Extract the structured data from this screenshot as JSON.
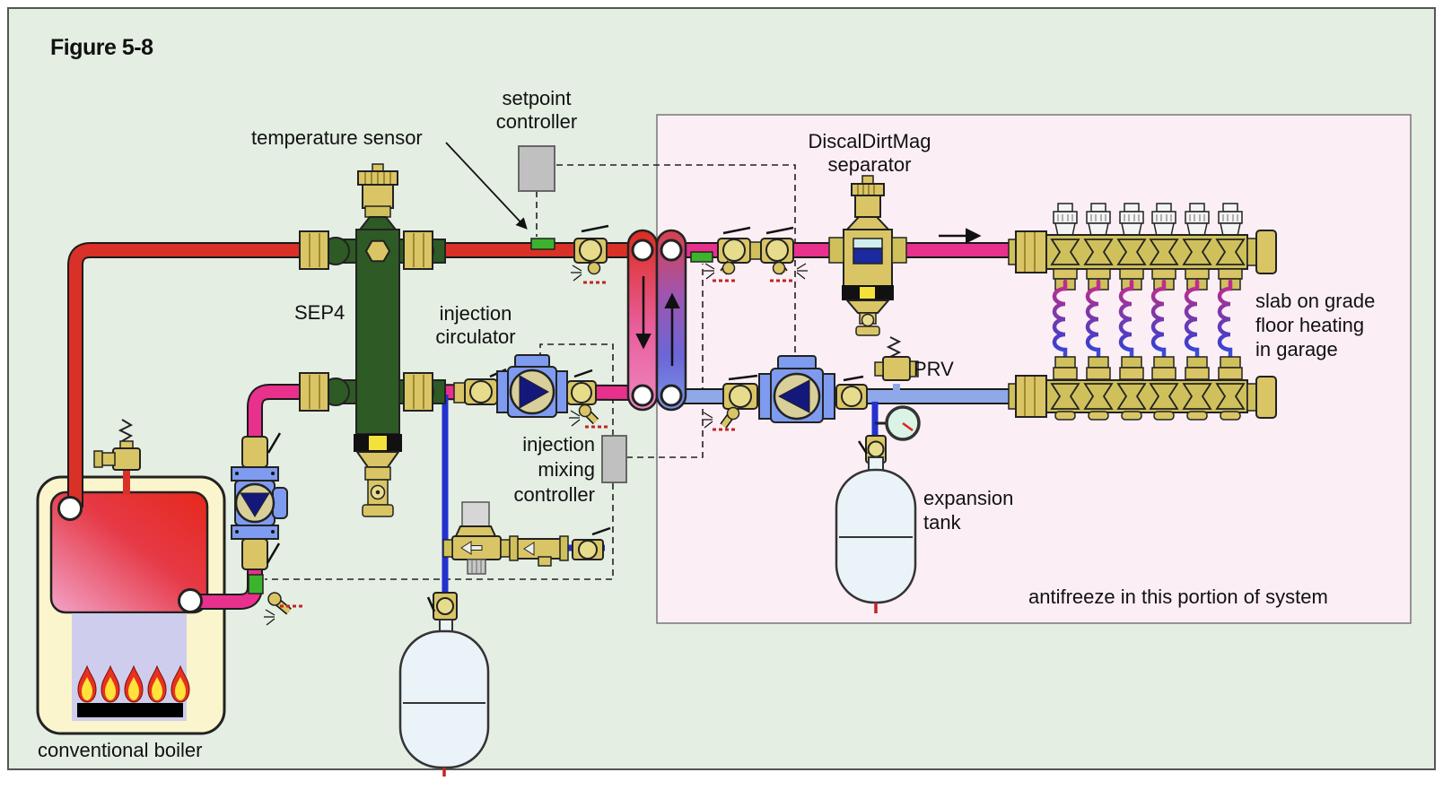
{
  "figure": {
    "title": "Figure 5-8"
  },
  "labels": {
    "temperature_sensor": "temperature sensor",
    "setpoint_controller": "setpoint\ncontroller",
    "sep4": "SEP4",
    "injection_circulator": "injection\ncirculator",
    "injection_mixing_controller": "injection\nmixing\ncontroller",
    "discaldirtmag": "DiscalDirtMag\nseparator",
    "prv": "PRV",
    "slab_heating": "slab on grade\nfloor heating\nin garage",
    "expansion_tank": "expansion\ntank",
    "antifreeze": "antifreeze in this portion of system",
    "conventional_boiler": "conventional boiler"
  },
  "colors": {
    "background": "#e4eee3",
    "antifreeze_zone": "#fceef5",
    "hot_supply_red": "#d93128",
    "return_magenta": "#e8308d",
    "secondary_return_blue": "#8fa8e8",
    "makeup_water_blue": "#2231cf",
    "sensor_green": "#3cb32d",
    "brass": "#d9c565",
    "sep4_green": "#2e5a25",
    "pump_blue": "#7e9bef",
    "controller_gray": "#c0c0c0"
  },
  "components": [
    "conventional-boiler",
    "boiler-relief-valve",
    "boiler-circulator",
    "sep4-hydraulic-separator",
    "air-vent",
    "temperature-sensor",
    "setpoint-controller",
    "injection-circulator",
    "injection-mixing-controller",
    "plate-heat-exchanger",
    "make-up-water-feed-valve",
    "check-valve",
    "ball-valve",
    "expansion-tank-primary",
    "expansion-tank-secondary",
    "distribution-circulator",
    "pressure-relief-valve",
    "pressure-gauge",
    "discaldirtmag-separator",
    "supply-manifold",
    "return-manifold",
    "floor-heating-circuits"
  ]
}
